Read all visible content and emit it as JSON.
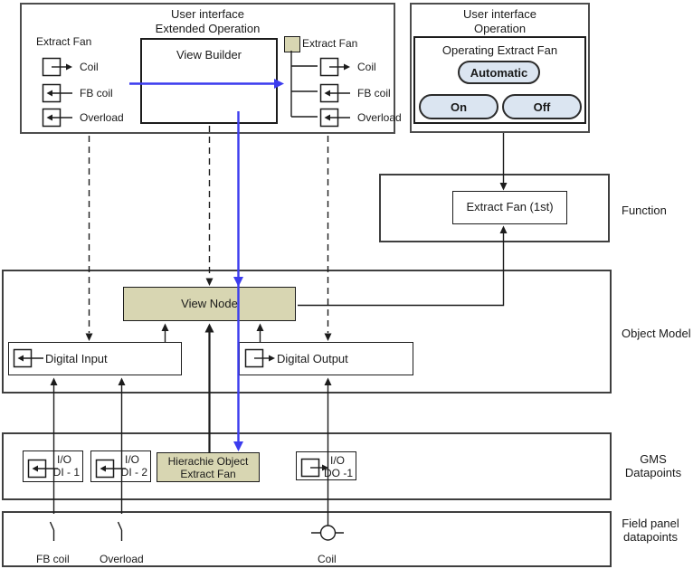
{
  "colors": {
    "accent_blue": "#3c3cee",
    "tan_fill": "#d8d6b2",
    "pill_blue": "#dbe5f1"
  },
  "extended_operation_panel": {
    "title_line1": "User interface",
    "title_line2": "Extended Operation",
    "view_builder_label": "View Builder",
    "tree_left": {
      "header": "Extract Fan",
      "rows": [
        {
          "label": "Coil"
        },
        {
          "label": "FB coil"
        },
        {
          "label": "Overload"
        }
      ]
    },
    "tree_right": {
      "header": "Extract Fan",
      "rows": [
        {
          "label": "Coil"
        },
        {
          "label": "FB coil"
        },
        {
          "label": "Overload"
        }
      ]
    }
  },
  "operation_panel": {
    "title_line1": "User interface",
    "title_line2": "Operation",
    "group_title": "Operating Extract Fan",
    "buttons": {
      "automatic": "Automatic",
      "on": "On",
      "off": "Off"
    }
  },
  "function_section": {
    "box_label": "Extract Fan (1st)",
    "side_label": "Function"
  },
  "object_model_section": {
    "view_node_label": "View Node",
    "digital_input_label": "Digital Input",
    "digital_output_label": "Digital Output",
    "side_label": "Object Model"
  },
  "gms_section": {
    "di1": {
      "io": "I/O",
      "name": "DI - 1"
    },
    "di2": {
      "io": "I/O",
      "name": "DI - 2"
    },
    "hierachie": {
      "line1": "Hierachie Object",
      "line2": "Extract Fan"
    },
    "do1": {
      "io": "I/O",
      "name": "DO -1"
    },
    "side_label_line1": "GMS",
    "side_label_line2": "Datapoints"
  },
  "field_panel_section": {
    "fb_coil_label": "FB coil",
    "overload_label": "Overload",
    "coil_label": "Coil",
    "side_label_line1": "Field panel",
    "side_label_line2": "datapoints"
  }
}
